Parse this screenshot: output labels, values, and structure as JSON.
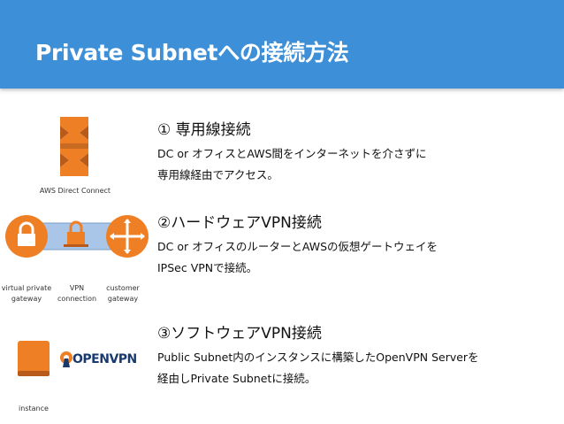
{
  "header": {
    "title": "Private Subnetへの接続方法"
  },
  "colors": {
    "header_bg": "#3d8fd8",
    "aws_orange": "#ef7f24",
    "aws_dark": "#b85a1a",
    "vpn_blue": "#a9c5e8"
  },
  "sections": [
    {
      "title": "① 専用線接続",
      "lines": [
        "DC or オフィスとAWS間をインターネットを介さずに",
        "専用線経由でアクセス。"
      ],
      "icon": "aws-direct-connect-icon",
      "captions": [
        "AWS Direct Connect"
      ]
    },
    {
      "title": "②ハードウェアVPN接続",
      "lines": [
        "DC or オフィスのルーターとAWSの仮想ゲートウェイを",
        "IPSec VPNで接続。"
      ],
      "icon": "vpn-connection-diagram",
      "captions": [
        "virtual private gateway",
        "VPN connection",
        "customer gateway"
      ]
    },
    {
      "title": "③ソフトウェアVPN接続",
      "lines": [
        "Public Subnet内のインスタンスに構築したOpenVPN Serverを",
        "経由しPrivate Subnetに接続。"
      ],
      "icon": "instance-icon",
      "captions": [
        "instance"
      ],
      "logo_text": "OPENVPN"
    }
  ]
}
